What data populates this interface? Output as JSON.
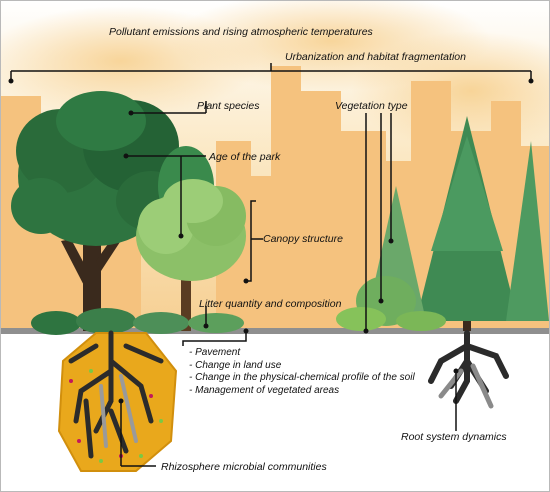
{
  "labels": {
    "pollutant_emissions": "Pollutant emissions and rising atmospheric temperatures",
    "urbanization": "Urbanization and habitat fragmentation",
    "plant_species": "Plant species",
    "age_of_park": "Age of the park",
    "vegetation_type": "Vegetation type",
    "canopy_structure": "Canopy structure",
    "litter": "Litter quantity and composition",
    "root_system": "Root system dynamics",
    "rhizosphere": "Rhizosphere microbial communities"
  },
  "soil_factors": [
    "- Pavement",
    "- Change in land use",
    "- Change in the physical-chemical profile of the soil",
    "- Management of vegetated areas"
  ],
  "colors": {
    "sky_haze": "#f7d8a0",
    "buildings": "#f5c887",
    "ground_line": "#8f8f8f",
    "dark_tree": "#2a6b3a",
    "light_tree": "#8cc068",
    "conifer": "#3f8a53",
    "soil_hexagon": "#e9a81c",
    "roots": "#2b2b2b"
  }
}
